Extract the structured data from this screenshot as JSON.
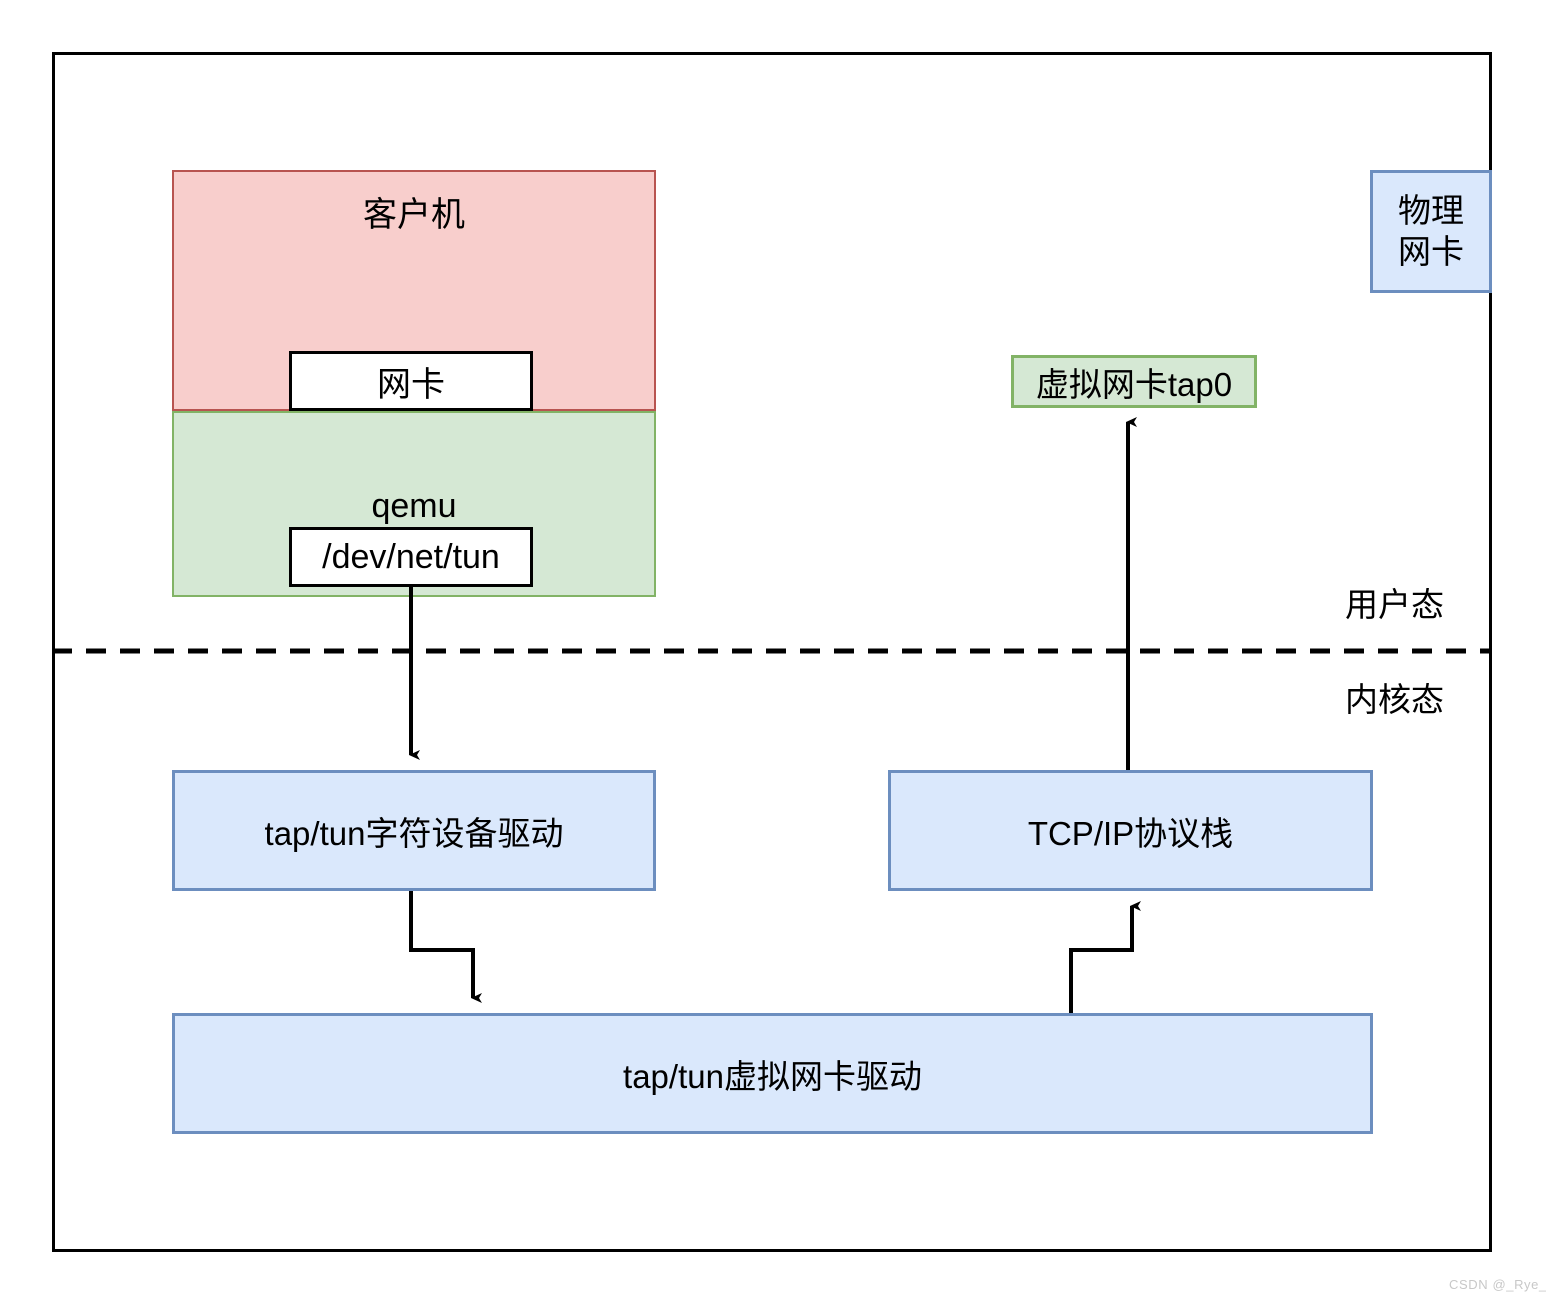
{
  "diagram": {
    "title_text": "",
    "host_container": {
      "name": "host-machine-container"
    },
    "boxes": {
      "guest": {
        "label": "客户机",
        "fill": "#f8cecc",
        "stroke": "#b85450"
      },
      "guest_nic": {
        "label": "网卡",
        "fill": "#ffffff",
        "stroke": "#000000"
      },
      "qemu": {
        "label": "qemu",
        "fill": "#d5e8d4",
        "stroke": "#82b366"
      },
      "dev_net_tun": {
        "label": "/dev/net/tun",
        "fill": "#ffffff",
        "stroke": "#000000"
      },
      "virtual_nic_tap0": {
        "label": "虚拟网卡tap0",
        "fill": "#d5e8d4",
        "stroke": "#82b366"
      },
      "physical_nic": {
        "label_line1": "物理",
        "label_line2": "网卡",
        "fill": "#dae8fc",
        "stroke": "#6c8ebf"
      },
      "char_device_driver": {
        "label": "tap/tun字符设备驱动",
        "fill": "#dae8fc",
        "stroke": "#6c8ebf"
      },
      "tcp_ip_stack": {
        "label": "TCP/IP协议栈",
        "fill": "#dae8fc",
        "stroke": "#6c8ebf"
      },
      "virtual_nic_driver": {
        "label": "tap/tun虚拟网卡驱动",
        "fill": "#dae8fc",
        "stroke": "#6c8ebf"
      }
    },
    "mode_divider": {
      "user_mode_label": "用户态",
      "kernel_mode_label": "内核态",
      "style": "dashed",
      "color": "#000000"
    },
    "edges": [
      {
        "name": "dev-net-tun-to-char-driver",
        "from": "/dev/net/tun",
        "to": "tap/tun字符设备驱动",
        "direction": "down",
        "arrowhead": true
      },
      {
        "name": "char-driver-to-virtual-nic-driver",
        "from": "tap/tun字符设备驱动",
        "to": "tap/tun虚拟网卡驱动",
        "direction": "down",
        "arrowhead": true
      },
      {
        "name": "virtual-nic-driver-to-tcpip",
        "from": "tap/tun虚拟网卡驱动",
        "to": "TCP/IP协议栈",
        "direction": "up",
        "arrowhead": true
      },
      {
        "name": "tcpip-to-tap0",
        "from": "TCP/IP协议栈",
        "to": "虚拟网卡tap0",
        "direction": "up",
        "arrowhead": true
      }
    ]
  },
  "watermark": {
    "text": "CSDN @_Rye_"
  }
}
